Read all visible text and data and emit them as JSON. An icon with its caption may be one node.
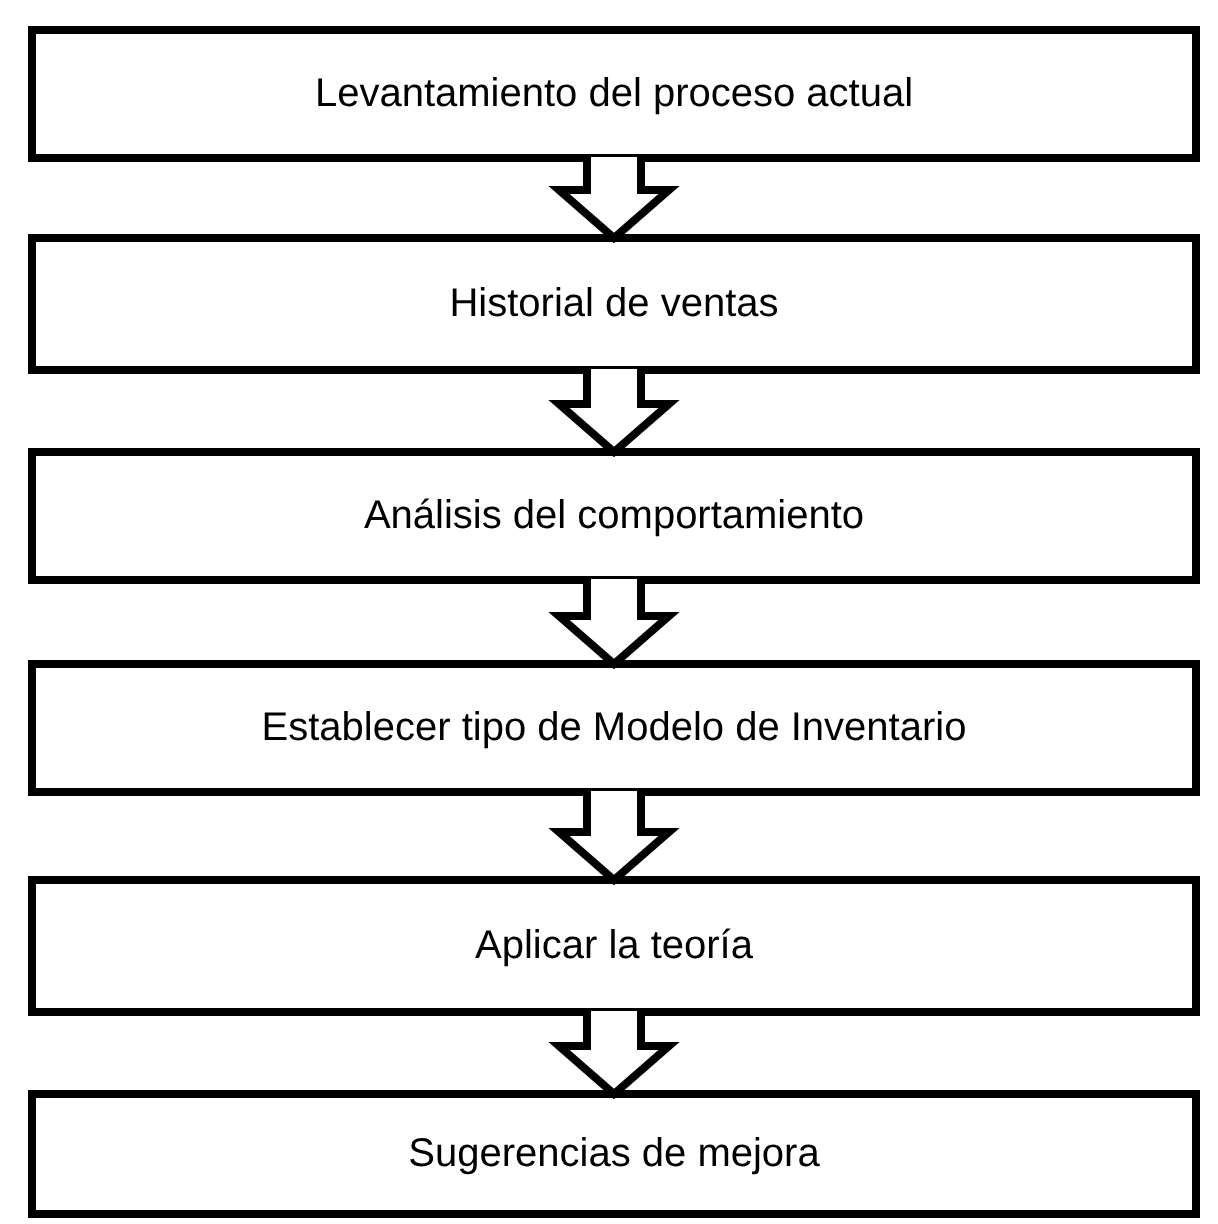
{
  "diagram": {
    "nodes": [
      {
        "text": [
          "Levantamiento del proceso actual"
        ]
      },
      {
        "text": [
          "Historial de ventas"
        ]
      },
      {
        "text": [
          "Análisis del comportamiento"
        ]
      },
      {
        "text": [
          "Establecer tipo de Modelo de Inventario"
        ]
      },
      {
        "text": [
          "Aplicar la teoría"
        ]
      },
      {
        "text": [
          "Sugerencias de mejora"
        ]
      }
    ],
    "edges": [
      {
        "from": 0,
        "to": 1,
        "arrow": "to"
      },
      {
        "from": 1,
        "to": 2,
        "arrow": "to"
      },
      {
        "from": 2,
        "to": 3,
        "arrow": "to"
      },
      {
        "from": 3,
        "to": 4,
        "arrow": "to"
      },
      {
        "from": 4,
        "to": 5,
        "arrow": "to"
      }
    ]
  }
}
